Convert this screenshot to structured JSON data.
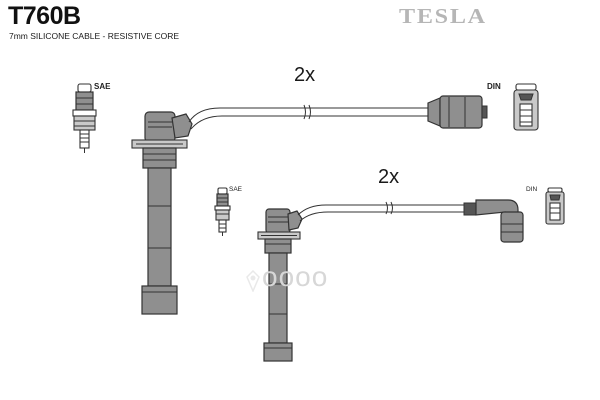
{
  "header": {
    "part_number": "T760B",
    "cable_spec": "7mm SILICONE CABLE - RESISTIVE CORE",
    "brand": "TESLA"
  },
  "diagram": {
    "lead_long": {
      "quantity": "2x",
      "plug_label": "SAE",
      "coil_label": "DIN"
    },
    "lead_short": {
      "quantity": "2x",
      "plug_label": "SAE",
      "coil_label": "DIN"
    }
  },
  "watermark": {
    "text": "oooo"
  },
  "colors": {
    "text": "#111111",
    "brand_gray": "#b6b6b6",
    "boot_gray": "#8f8f8f",
    "outline": "#333333"
  }
}
